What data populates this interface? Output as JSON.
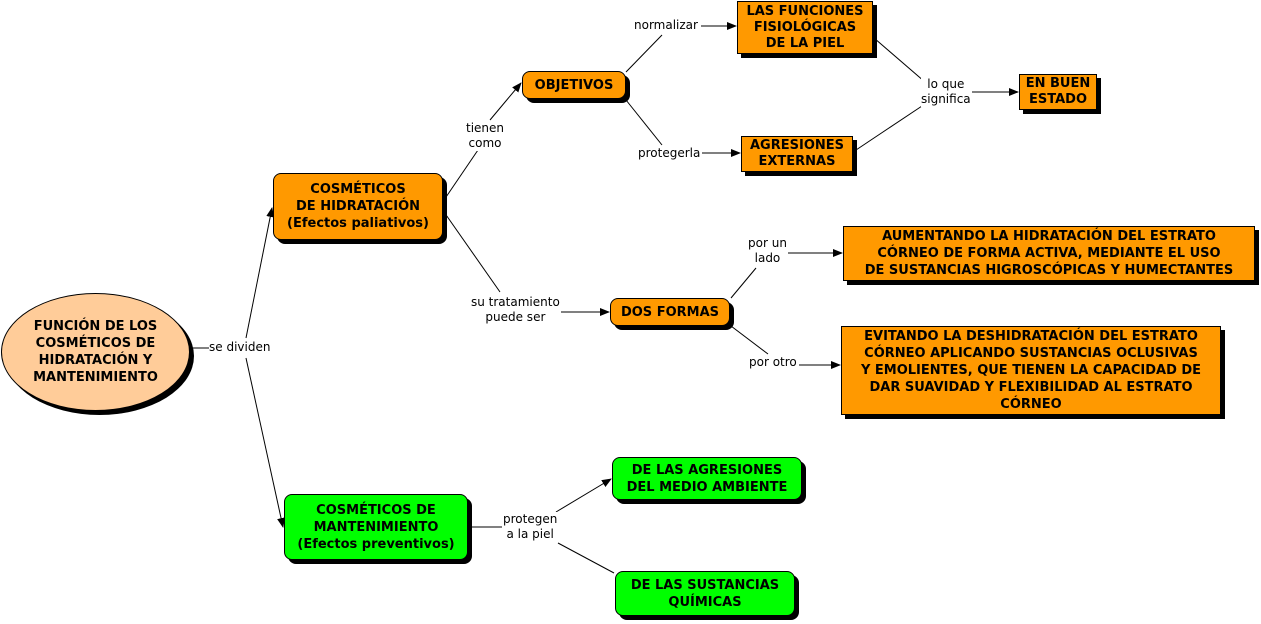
{
  "nodes": {
    "main": "FUNCIÓN DE LOS\nCOSMÉTICOS DE\nHIDRATACIÓN Y\nMANTENIMIENTO",
    "hidratacion": "COSMÉTICOS\nDE HIDRATACIÓN\n(Efectos paliativos)",
    "mantenimiento": "COSMÉTICOS DE\nMANTENIMIENTO\n(Efectos preventivos)",
    "objetivos": "OBJETIVOS",
    "funciones": "LAS FUNCIONES\nFISIOLÓGICAS\nDE LA PIEL",
    "agresiones": "AGRESIONES\nEXTERNAS",
    "buen_estado": "EN BUEN\nESTADO",
    "dos_formas": "DOS FORMAS",
    "aumentando": "AUMENTANDO LA HIDRATACIÓN DEL ESTRATO\nCÓRNEO DE FORMA ACTIVA, MEDIANTE EL USO\nDE SUSTANCIAS HIGROSCÓPICAS Y HUMECTANTES",
    "evitando": "EVITANDO LA DESHIDRATACIÓN DEL ESTRATO\nCÓRNEO APLICANDO SUSTANCIAS OCLUSIVAS\nY EMOLIENTES, QUE TIENEN LA CAPACIDAD DE\nDAR SUAVIDAD Y FLEXIBILIDAD AL ESTRATO\nCÓRNEO",
    "medio_ambiente": "DE LAS AGRESIONES\nDEL MEDIO AMBIENTE",
    "sustancias": "DE LAS SUSTANCIAS\nQUÍMICAS"
  },
  "labels": {
    "se_dividen": "se dividen",
    "tienen_como": "tienen\ncomo",
    "normalizar": "normalizar",
    "protegerla": "protegerla",
    "lo_que_significa": "lo que\nsignifica",
    "su_tratamiento": "su tratamiento\npuede ser",
    "por_un_lado": "por un\nlado",
    "por_otro": "por otro",
    "protegen": "protegen\na la piel"
  }
}
